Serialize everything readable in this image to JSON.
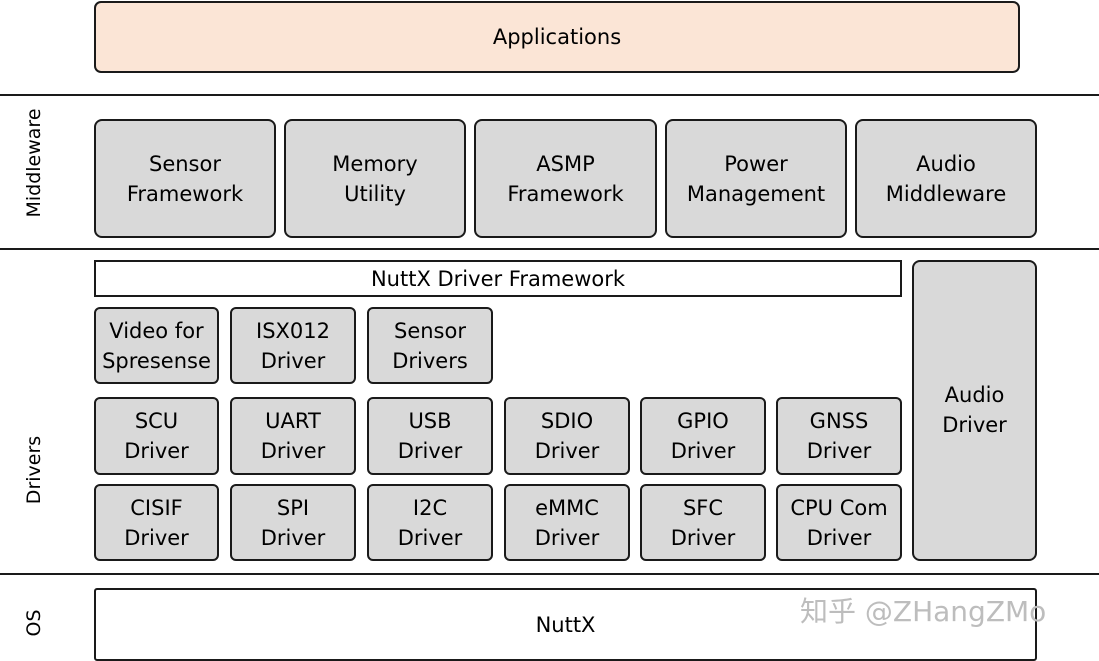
{
  "layers": {
    "middleware_label": "Middleware",
    "drivers_label": "Drivers",
    "os_label": "OS"
  },
  "applications": "Applications",
  "middleware": [
    "Sensor\nFramework",
    "Memory\nUtility",
    "ASMP\nFramework",
    "Power\nManagement",
    "Audio\nMiddleware"
  ],
  "driver_framework": "NuttX Driver Framework",
  "drivers_row1": [
    "Video for\nSpresense",
    "ISX012\nDriver",
    "Sensor\nDrivers"
  ],
  "drivers_row2": [
    "SCU\nDriver",
    "UART\nDriver",
    "USB\nDriver",
    "SDIO\nDriver",
    "GPIO\nDriver",
    "GNSS\nDriver"
  ],
  "drivers_row3": [
    "CISIF\nDriver",
    "SPI\nDriver",
    "I2C\nDriver",
    "eMMC\nDriver",
    "SFC\nDriver",
    "CPU Com\nDriver"
  ],
  "audio_driver": "Audio\nDriver",
  "os": "NuttX",
  "watermark": "知乎 @ZHangZMo",
  "colors": {
    "application_fill": "#fbe5d6",
    "component_fill": "#d9d9d9",
    "framework_fill": "#ffffff",
    "border": "#1a1a1a"
  }
}
